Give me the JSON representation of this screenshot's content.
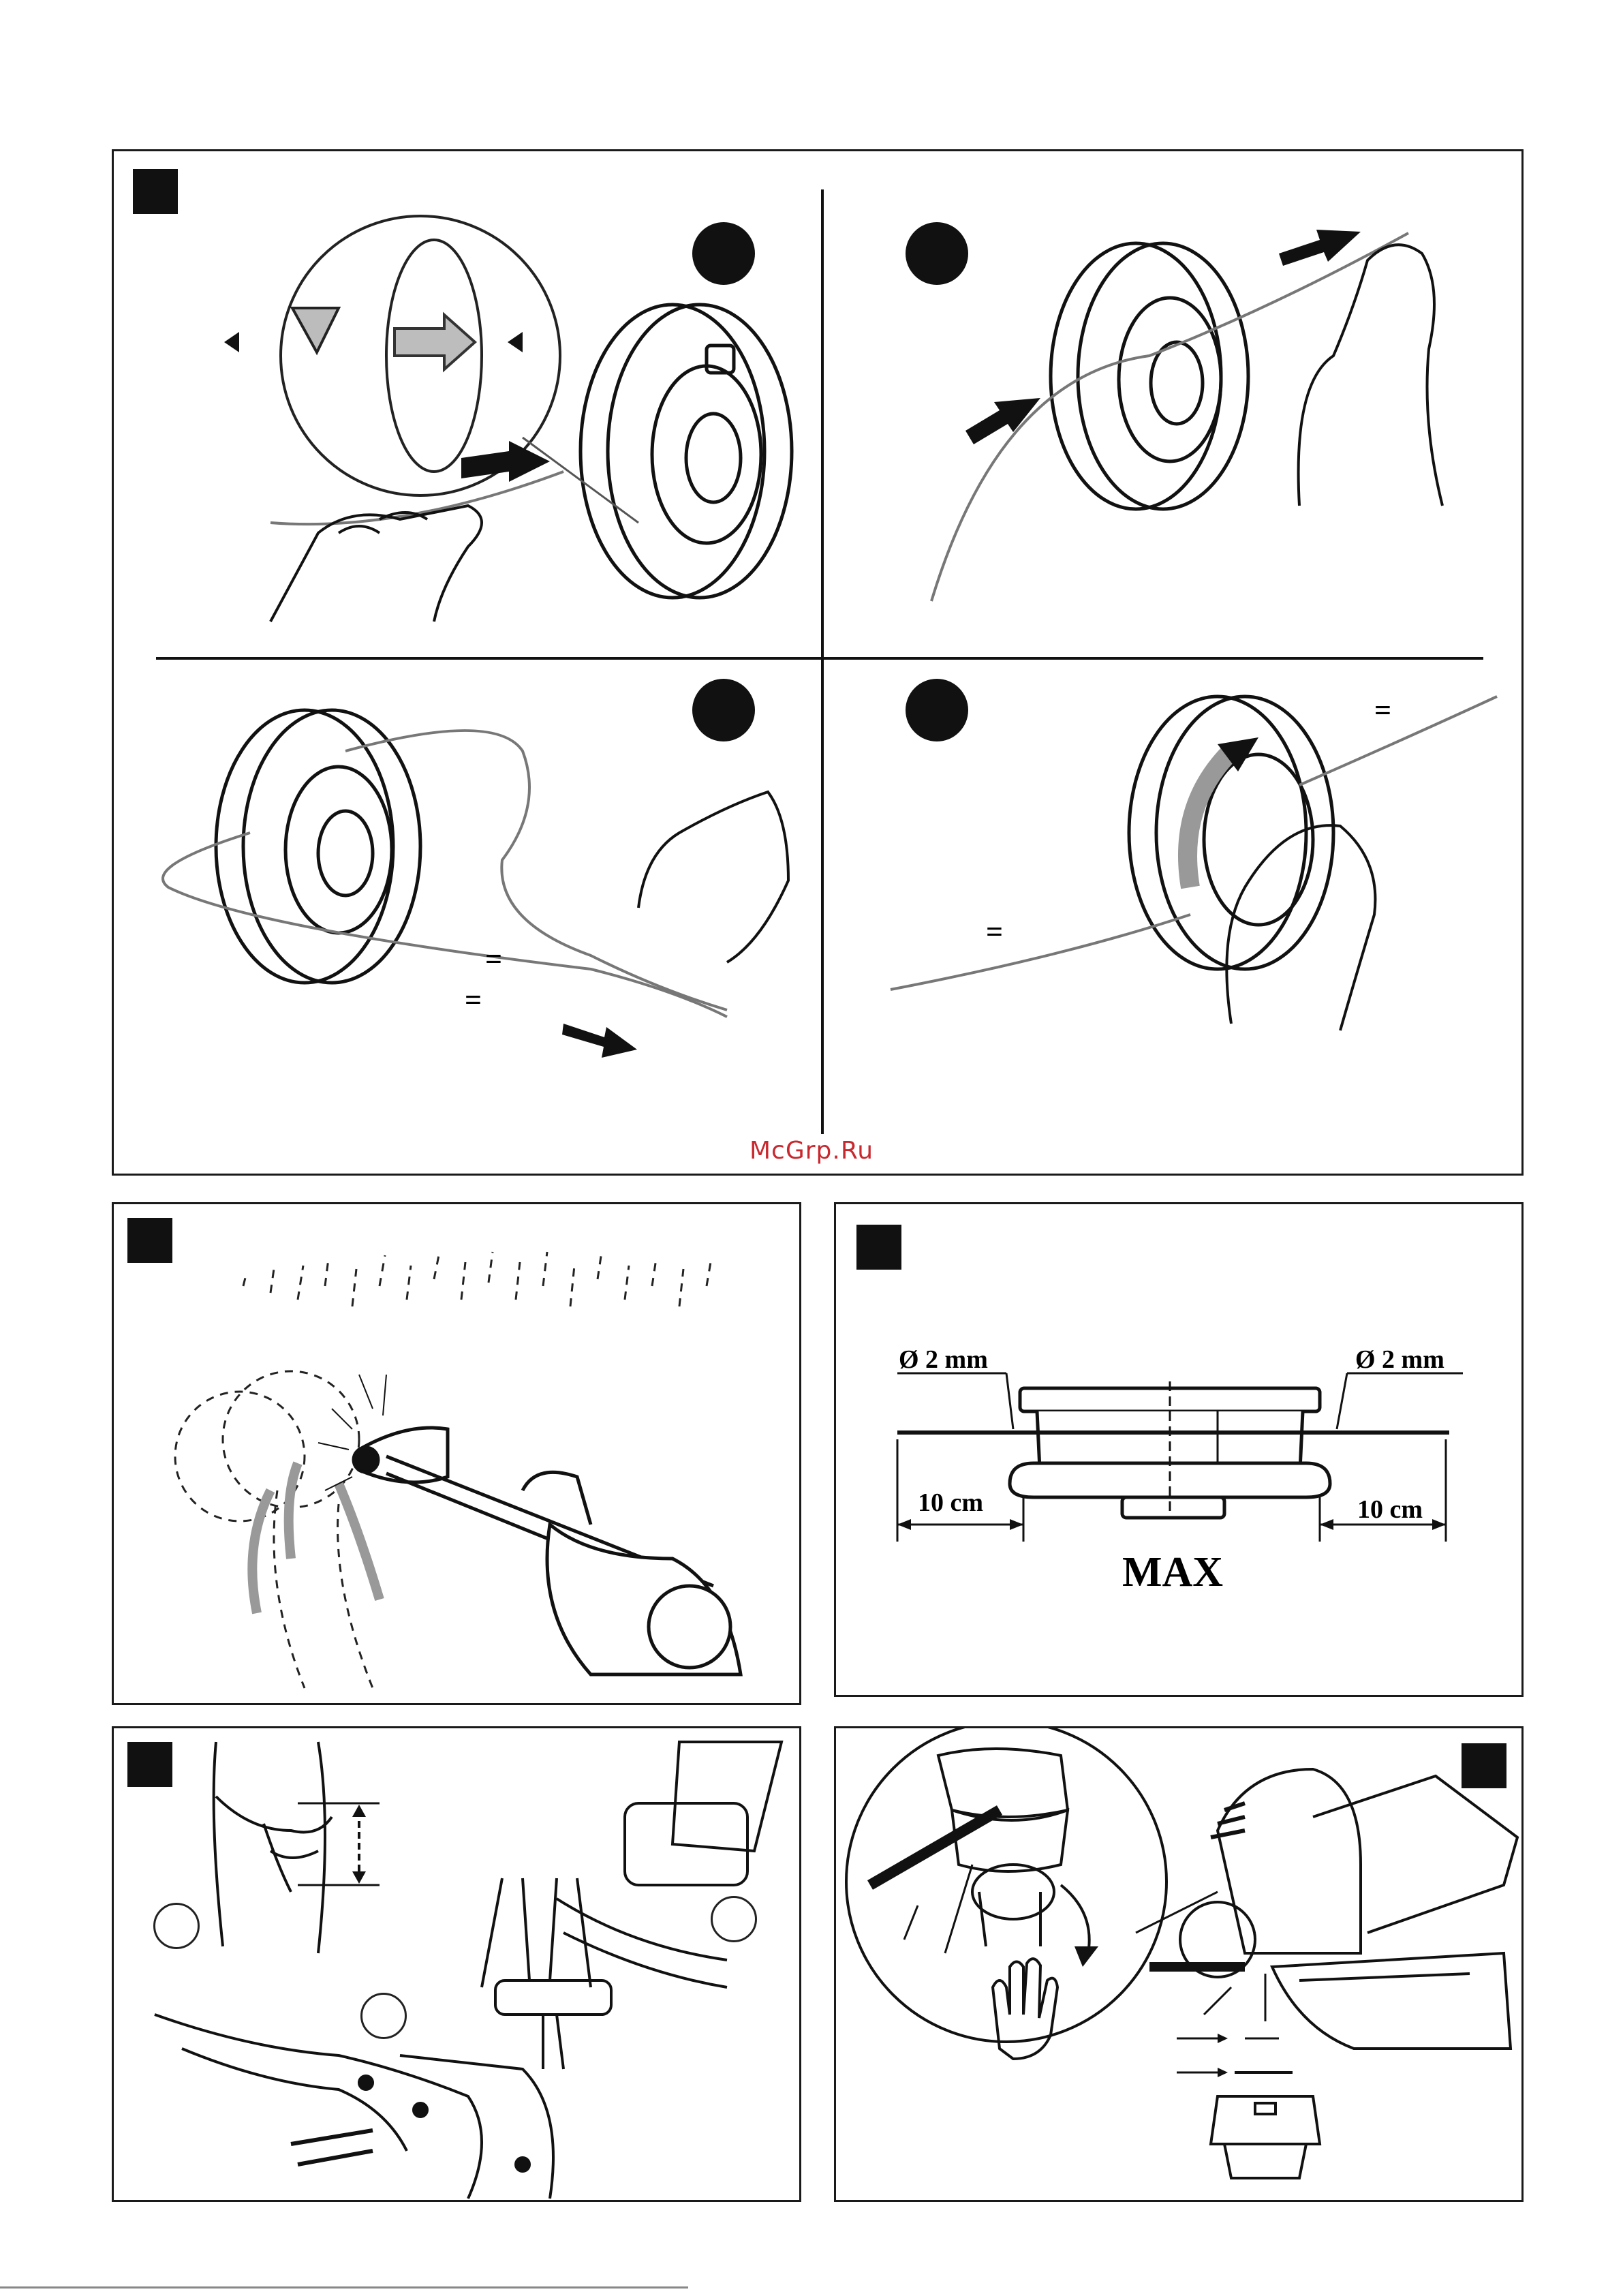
{
  "watermark": "McGrp.Ru",
  "figure_c": {
    "left_diameter": "Ø 2 mm",
    "right_diameter": "Ø 2 mm",
    "left_length": "10 cm",
    "right_length": "10 cm",
    "max_label": "MAX"
  },
  "figure_a": {
    "equal_marks": [
      "=",
      "=",
      "=",
      "="
    ]
  },
  "colors": {
    "line": "#111111",
    "accent_grey": "#9a9a9a",
    "watermark_red": "#c8292f"
  },
  "icons": [
    "spool-icon",
    "hand-icon",
    "arrow-icon",
    "trimmer-icon",
    "harness-icon",
    "stop-hand-icon"
  ]
}
